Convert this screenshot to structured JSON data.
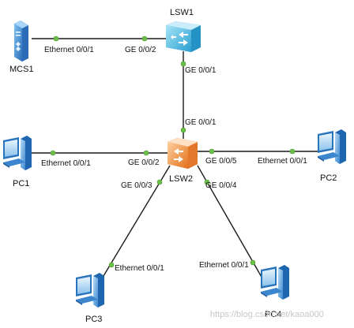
{
  "colors": {
    "link": "#1a1a1a",
    "port": "#6cc04a",
    "server_blue": "#3f8fd8",
    "switch_cyan": "#39b6e3",
    "switch_orange": "#f08a32",
    "pc_blue": "#2e86d4"
  },
  "nodes": {
    "mcs1": {
      "label": "MCS1",
      "icon": "server-icon"
    },
    "lsw1": {
      "label": "LSW1",
      "icon": "switch-icon"
    },
    "lsw2": {
      "label": "LSW2",
      "icon": "switch-icon"
    },
    "pc1": {
      "label": "PC1",
      "icon": "pc-icon"
    },
    "pc2": {
      "label": "PC2",
      "icon": "pc-icon"
    },
    "pc3": {
      "label": "PC3",
      "icon": "pc-icon"
    },
    "pc4": {
      "label": "PC4",
      "icon": "pc-icon"
    }
  },
  "links": [
    {
      "from": "MCS1",
      "to": "LSW1",
      "from_port": "Ethernet 0/0/1",
      "to_port": "GE 0/0/2"
    },
    {
      "from": "LSW1",
      "to": "LSW2",
      "from_port": "GE 0/0/1",
      "to_port": "GE 0/0/1"
    },
    {
      "from": "PC1",
      "to": "LSW2",
      "from_port": "Ethernet 0/0/1",
      "to_port": "GE 0/0/2"
    },
    {
      "from": "LSW2",
      "to": "PC2",
      "from_port": "GE 0/0/5",
      "to_port": "Ethernet 0/0/1"
    },
    {
      "from": "LSW2",
      "to": "PC3",
      "from_port": "GE 0/0/3",
      "to_port": "Ethernet 0/0/1"
    },
    {
      "from": "LSW2",
      "to": "PC4",
      "from_port": "GE 0/0/4",
      "to_port": "Ethernet 0/0/1"
    }
  ],
  "watermark": "https://blog.csdn.net/kaoa000"
}
